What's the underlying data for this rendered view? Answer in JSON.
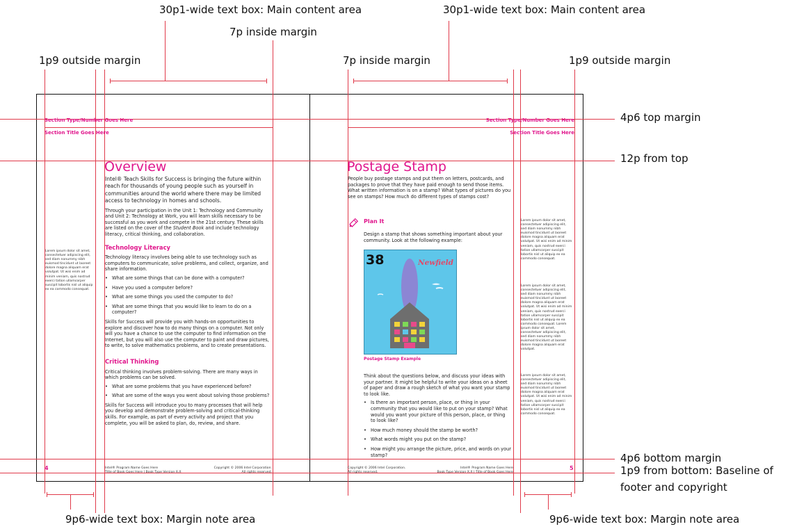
{
  "callouts": {
    "main_content_left": "30p1-wide text box: Main content area",
    "main_content_right": "30p1-wide text box: Main content area",
    "inside_margin_left": "7p inside margin",
    "inside_margin_right": "7p inside margin",
    "outside_margin_left": "1p9 outside margin",
    "outside_margin_right": "1p9 outside margin",
    "top_margin": "4p6 top margin",
    "from_top": "12p from top",
    "bottom_margin": "4p6 bottom margin",
    "baseline_line1": "1p9 from bottom: Baseline of",
    "baseline_line2": "footer and copyright",
    "margin_note_left": "9p6-wide text box: Margin note area",
    "margin_note_right": "9p6-wide text box: Margin note area"
  },
  "left_page": {
    "section_type": "Section Type/Number Goes Here",
    "section_title": "Section Title Goes Here",
    "title": "Overview",
    "intro": "Intel® Teach Skills for Success is bringing the future within reach for thousands of young people such as yourself in communities around the world where there may be limited access to technology in homes and schools.",
    "para2_a": "Through your participation in the Unit 1: Technology and Community and Unit 2: Technology at Work, you will learn skills necessary to be successful as you work and compete in the 21st century. These skills are listed on the cover of the ",
    "para2_em": "Student Book",
    "para2_b": " and include technology literacy, critical thinking, and collaboration.",
    "h_tech": "Technology Literacy",
    "tech_intro": "Technology literacy involves being able to use technology such as computers to communicate, solve problems, and collect, organize, and share information.",
    "tech_bullets": [
      "What are some things that can be done with a computer?",
      "Have you used a computer before?",
      "What are some things you used the computer to do?",
      "What are some things that you would like to learn to do on a computer?"
    ],
    "tech_outro": "Skills for Success will provide you with hands-on opportunities to explore and discover how to do many things on a computer. Not only will you have a chance to use the computer to find information on the Internet, but you will also use the computer to paint and draw pictures, to write, to solve mathematics problems, and to create presentations.",
    "h_crit": "Critical Thinking",
    "crit_intro": "Critical thinking involves problem-solving. There are many ways in which problems can be solved.",
    "crit_bullets": [
      "What are some problems that you have experienced before?",
      "What are some of the ways you went about solving those problems?"
    ],
    "crit_outro": "Skills for Success will introduce you to many processes that will help you develop and demonstrate problem-solving and critical-thinking skills. For example, as part of every activity and project that you complete, you will be asked to plan, do, review, and share.",
    "margin_note": "Lorem ipsum dolor sit amet, consectetuer adipiscing elit, sed diam nonummy nibh euismod tincidunt ut laoreet dolore magna aliquam erat volutpat. Ut wisi enim ad minim veniam, quis nostrud exerci tation ullamcorper suscipit lobortis nisl ut aliquip ex ea commodo consequat.",
    "page_number": "4",
    "footer_program": "Intel® Program Name Goes Here",
    "footer_version": "Title of Book Goes Here | Book Type Version X.X",
    "copyright_1": "Copyright © 2006 Intel Corporation.",
    "copyright_2": "All rights reserved."
  },
  "right_page": {
    "section_type": "Section Type/Number Goes Here",
    "section_title": "Section Title Goes Here",
    "title": "Postage Stamp",
    "intro": "People buy postage stamps and put them on letters, postcards, and packages to prove that they have paid enough to send those items. What written information is on a stamp? What types of pictures do you see on stamps? How much do different types of stamps cost?",
    "plan_heading": "Plan It",
    "plan_text": "Design a stamp that shows something important about your community. Look at the following example:",
    "stamp_number": "38",
    "stamp_word": "Newfield",
    "caption": "Postage Stamp Example",
    "discuss": "Think about the questions below, and discuss your ideas with your partner. It might be helpful to write your ideas on a sheet of paper and draw a rough sketch of what you want your stamp to look like.",
    "bullets": [
      "Is there an important person, place, or thing in your community that you would like to put on your stamp? What would you want your picture of this person, place, or thing to look like?",
      "How much money should the stamp be worth?",
      "What words might you put on the stamp?",
      "How might you arrange the picture, price, and words on your stamp?"
    ],
    "note_1": "Lorem ipsum dolor sit amet, consectetuer adipiscing elit, sed diam nonummy nibh euismod tincidunt ut laoreet dolore magna aliquam erat volutpat. Ut wisi enim ad minim veniam, quis nostrud exerci tation ullamcorper suscipit lobortis nisl ut aliquip ex ea commodo consequat.",
    "note_2": "Lorem ipsum dolor sit amet, consectetuer adipiscing elit, sed diam nonummy nibh euismod tincidunt ut laoreet dolore magna aliquam erat volutpat. Ut wisi enim ad minim veniam, quis nostrud exerci tation ullamcorper suscipit lobortis nisl ut aliquip ex ea commodo consequat. Lorem ipsum dolor sit amet, consectetuer adipiscing elit, sed diam nonummy nibh euismod tincidunt ut laoreet dolore magna aliquam erat volutpat.",
    "note_3": "Lorem ipsum dolor sit amet, consectetuer adipiscing elit, sed diam nonummy nibh euismod tincidunt ut laoreet dolore magna aliquam erat volutpat. Ut wisi enim ad minim veniam, quis nostrud exerci tation ullamcorper suscipit lobortis nisl ut aliquip ex ea commodo consequat.",
    "page_number": "5",
    "footer_program": "Intel® Program Name Goes Here",
    "footer_version": "Book Type Version X.X | Title of Book Goes Here",
    "copyright_1": "Copyright © 2006 Intel Corporation.",
    "copyright_2": "All rights reserved."
  },
  "colors": {
    "guide_line": "#e03a4a",
    "accent": "#e0168c",
    "page_border": "#111111"
  }
}
